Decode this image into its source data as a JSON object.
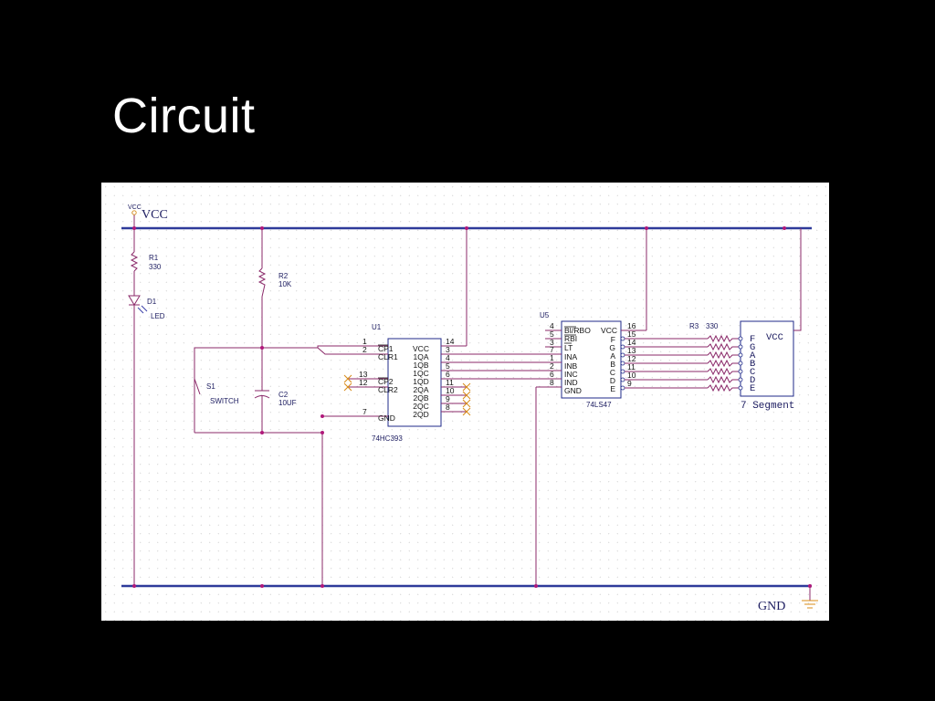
{
  "slide": {
    "title": "Circuit"
  },
  "colors": {
    "background": "#000000",
    "panel": "#ffffff",
    "wire": "#8b2a6a",
    "bus": "#2e3a9a",
    "device": "#1f2a8a"
  },
  "power": {
    "vcc_small": "VCC",
    "vcc_label": "VCC",
    "gnd_label": "GND"
  },
  "r1": {
    "ref": "R1",
    "value": "330"
  },
  "d1": {
    "ref": "D1",
    "value": "LED"
  },
  "r2": {
    "ref": "R2",
    "value": "10K"
  },
  "s1": {
    "ref": "S1",
    "value": "SWITCH"
  },
  "c2": {
    "ref": "C2",
    "value": "10UF"
  },
  "u1": {
    "ref": "U1",
    "part": "74HC393",
    "left_pins": [
      {
        "num": "1",
        "name": "CP1"
      },
      {
        "num": "2",
        "name": "CLR1"
      },
      {
        "num": "13",
        "name": "CP2"
      },
      {
        "num": "12",
        "name": "CLR2"
      },
      {
        "num": "7",
        "name": "GND"
      }
    ],
    "right_pins": [
      {
        "num": "14",
        "name": "VCC"
      },
      {
        "num": "3",
        "name": "1QA"
      },
      {
        "num": "4",
        "name": "1QB"
      },
      {
        "num": "5",
        "name": "1QC"
      },
      {
        "num": "6",
        "name": "1QD"
      },
      {
        "num": "11",
        "name": "2QA"
      },
      {
        "num": "10",
        "name": "2QB"
      },
      {
        "num": "9",
        "name": "2QC"
      },
      {
        "num": "8",
        "name": "2QD"
      }
    ]
  },
  "u5": {
    "ref": "U5",
    "part": "74LS47",
    "left_pins": [
      {
        "num": "4",
        "name": "BI/RBO"
      },
      {
        "num": "5",
        "name": "RBI"
      },
      {
        "num": "3",
        "name": "LT"
      },
      {
        "num": "7",
        "name": "INA"
      },
      {
        "num": "1",
        "name": "INB"
      },
      {
        "num": "2",
        "name": "INC"
      },
      {
        "num": "6",
        "name": "IND"
      },
      {
        "num": "8",
        "name": "GND"
      }
    ],
    "right_pins": [
      {
        "num": "16",
        "name": "VCC"
      },
      {
        "num": "15",
        "name": "F"
      },
      {
        "num": "14",
        "name": "G"
      },
      {
        "num": "13",
        "name": "A"
      },
      {
        "num": "12",
        "name": "B"
      },
      {
        "num": "11",
        "name": "C"
      },
      {
        "num": "10",
        "name": "D"
      },
      {
        "num": "9",
        "name": "E"
      }
    ]
  },
  "r3": {
    "ref": "R3",
    "value": "330"
  },
  "segment": {
    "vcc": "VCC",
    "label": "7 Segment",
    "pins": [
      "F",
      "G",
      "A",
      "B",
      "C",
      "D",
      "E"
    ]
  }
}
